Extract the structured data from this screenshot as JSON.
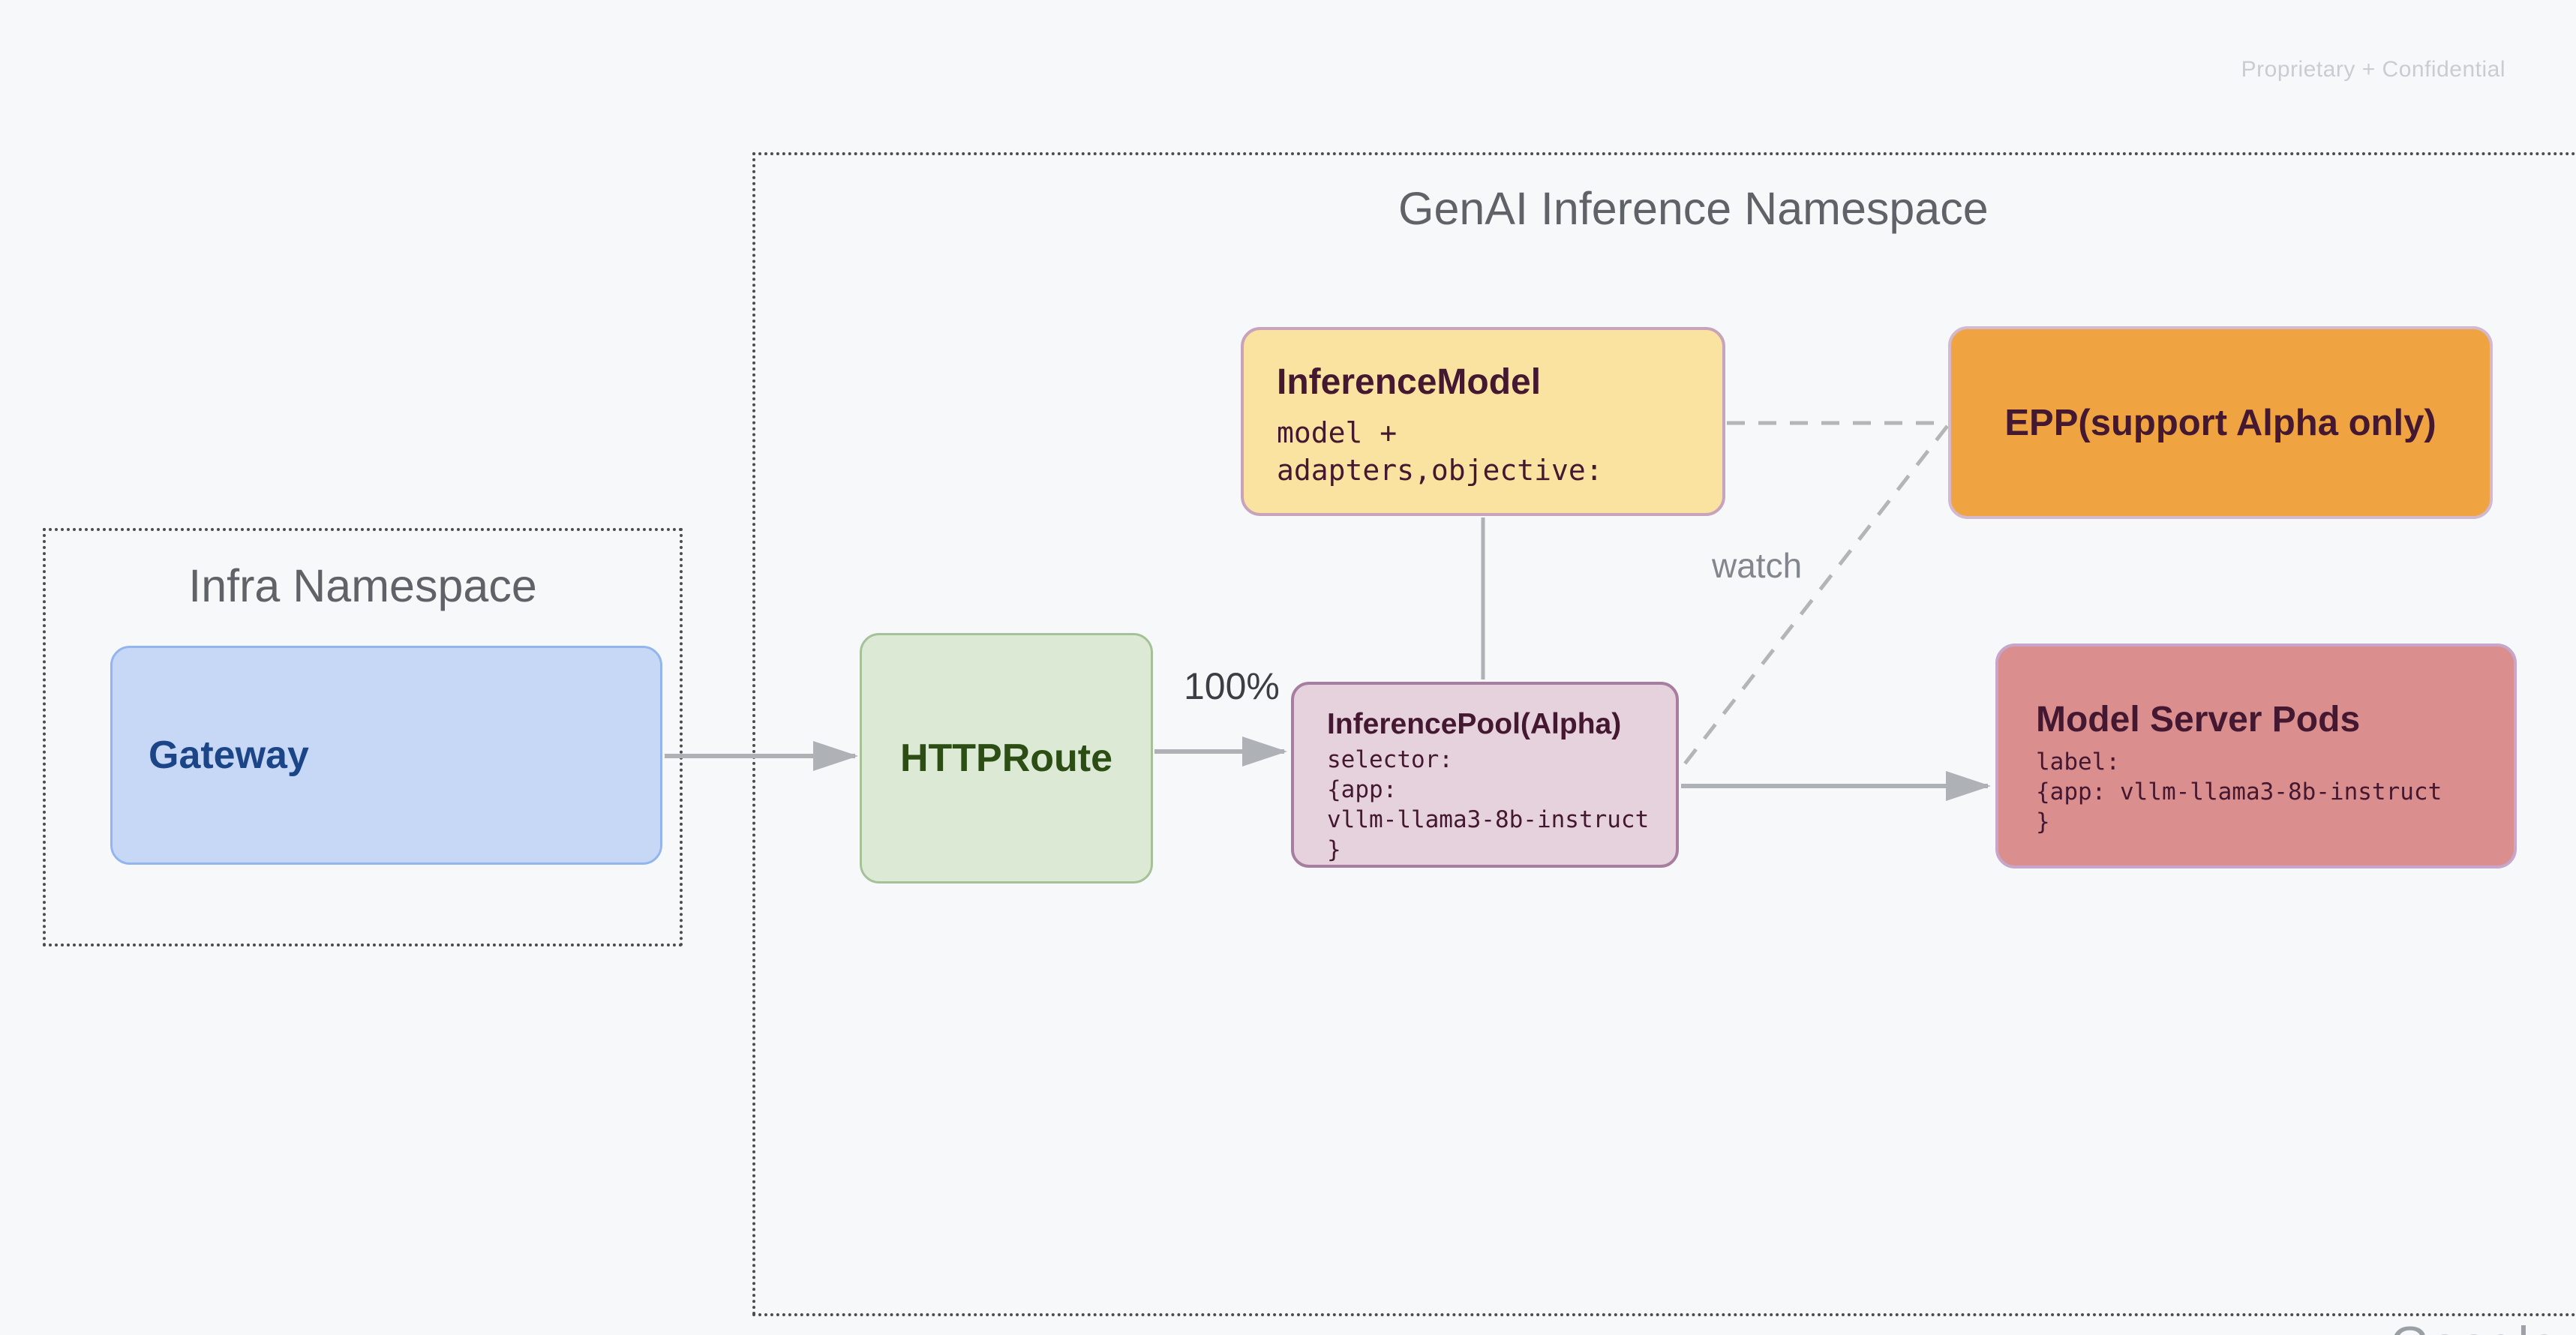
{
  "slide": {
    "watermark": "Proprietary + Confidential",
    "footer_logo": "Google"
  },
  "namespaces": {
    "infra": {
      "title": "Infra Namespace"
    },
    "genai": {
      "title": "GenAI Inference Namespace"
    }
  },
  "nodes": {
    "gateway": {
      "label": "Gateway"
    },
    "httproute": {
      "label": "HTTPRoute"
    },
    "inference_model": {
      "title": "InferenceModel",
      "body": [
        "model +",
        "adapters,objective:"
      ]
    },
    "epp": {
      "label": "EPP(support Alpha only)"
    },
    "inference_pool": {
      "title": "InferencePool(Alpha)",
      "body": [
        "selector:",
        "{app:",
        "vllm-llama3-8b-instruct",
        "}"
      ]
    },
    "model_server_pods": {
      "title": "Model Server Pods",
      "body": [
        "label:",
        "{app: vllm-llama3-8b-instruct",
        "}"
      ]
    }
  },
  "edges": {
    "httproute_to_pool_label": "100%",
    "epp_watch_label": "watch"
  },
  "colors": {
    "background": "#F7F8FA",
    "namespace_border": "#4C4C4C",
    "namespace_title": "#5F6368",
    "connector_solid": "#AEB1B6",
    "connector_dashed": "#B5B5B5",
    "gateway_fill": "#C7D8F7",
    "gateway_border": "#92B4EF",
    "gateway_text": "#1C4587",
    "httproute_fill": "#DCEAD5",
    "httproute_border": "#A5C198",
    "httproute_text": "#2C4E14",
    "inference_model_fill": "#FAE3A0",
    "inference_model_border": "#C7A3BC",
    "epp_fill": "#F0A441",
    "epp_border": "#D2B9CE",
    "inference_pool_fill": "#E6D2DD",
    "inference_pool_border": "#A87EA0",
    "model_server_pods_fill": "#DA8E8D",
    "model_server_pods_border": "#C6A6CA",
    "node_text": "#441831",
    "weight_label_text": "#3B3E42",
    "watch_label_text": "#82878D",
    "watermark_text": "#C9CCD1",
    "footer_logo_text": "#9AA0A6"
  }
}
